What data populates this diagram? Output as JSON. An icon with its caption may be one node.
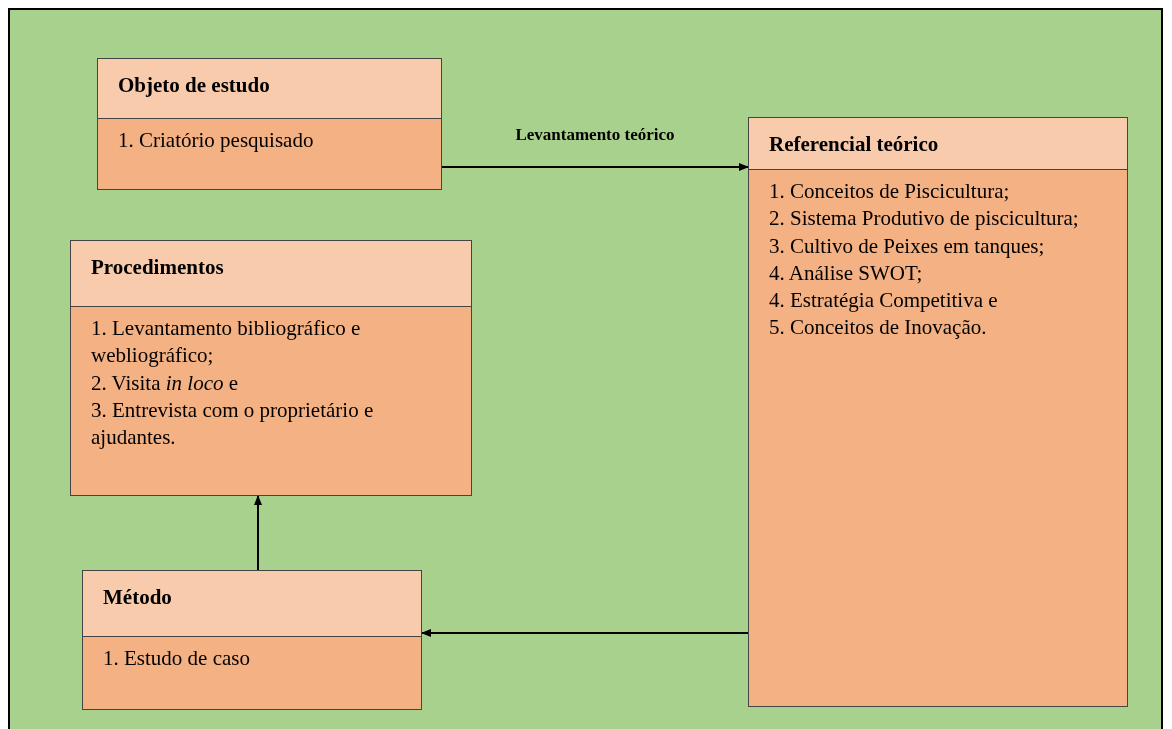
{
  "diagram": {
    "nodes": [
      {
        "text": [
          "Objeto de estudo",
          "1. Criatório pesquisado"
        ]
      },
      {
        "text": [
          "Referencial teórico",
          "1. Conceitos de Piscicultura;",
          "2. Sistema Produtivo de piscicultura;",
          "3. Cultivo de Peixes em tanques;",
          "4. Análise SWOT;",
          "4. Estratégia Competitiva e",
          "5. Conceitos de Inovação."
        ]
      },
      {
        "text": [
          "Procedimentos",
          "1. Levantamento bibliográfico e webliográfico;",
          "2. Visita *in loco* e",
          "3. Entrevista com o proprietário e ajudantes."
        ]
      },
      {
        "text": [
          "Método",
          "1. Estudo de caso"
        ]
      }
    ],
    "edges": [
      {
        "from": 0,
        "to": 1,
        "arrow": "to",
        "label": "Levantamento teórico"
      },
      {
        "from": 1,
        "to": 3,
        "arrow": "to"
      },
      {
        "from": 3,
        "to": 2,
        "arrow": "to"
      }
    ]
  }
}
